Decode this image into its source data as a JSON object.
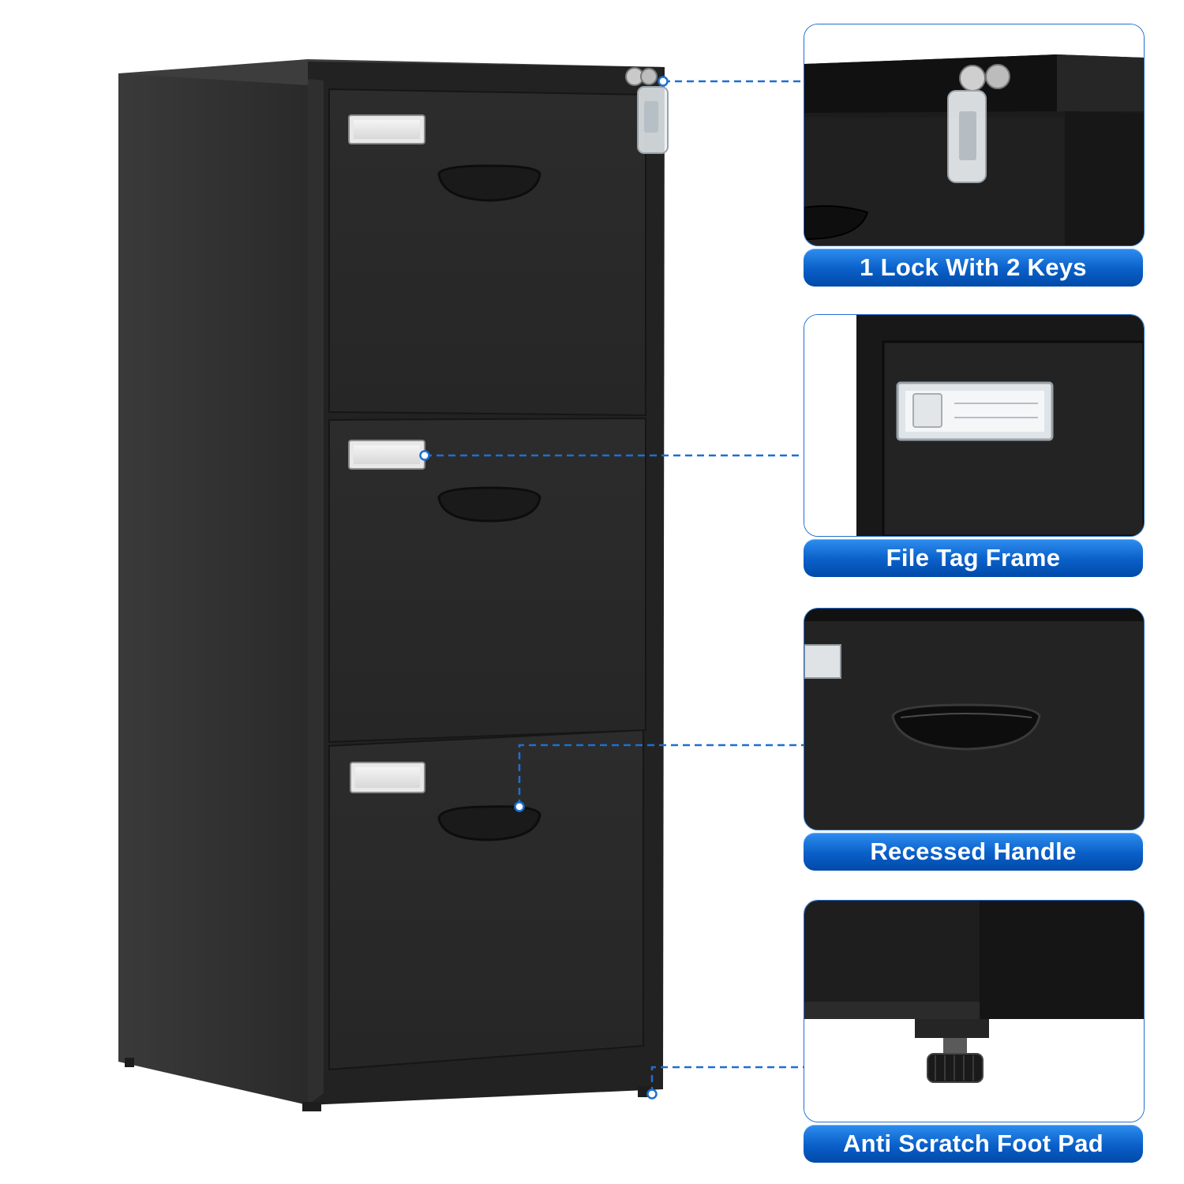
{
  "features": [
    {
      "label": "1 Lock With 2 Keys",
      "icon": "lock-and-key-closeup"
    },
    {
      "label": "File Tag Frame",
      "icon": "tag-frame-closeup"
    },
    {
      "label": "Recessed Handle",
      "icon": "handle-closeup"
    },
    {
      "label": "Anti Scratch Foot Pad",
      "icon": "foot-pad-closeup"
    }
  ],
  "colors": {
    "cabinet": "#2b2b2b",
    "accent_blue": "#0a5fc8",
    "connector": "#1e6fd0"
  }
}
